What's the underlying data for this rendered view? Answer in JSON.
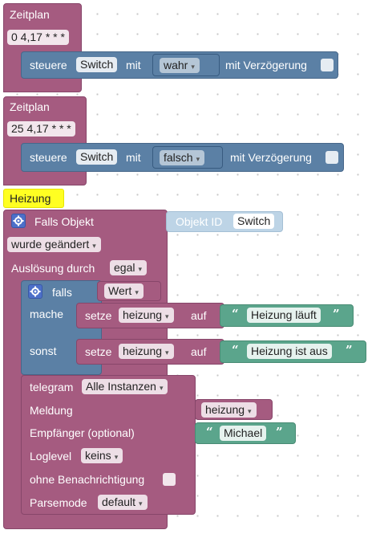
{
  "schedule1": {
    "title": "Zeitplan",
    "cron": "0 4,17 * * *",
    "control": {
      "label": "steuere",
      "object": "Switch",
      "with": "mit",
      "value": "wahr",
      "delay_label": "mit Verzögerung"
    }
  },
  "schedule2": {
    "title": "Zeitplan",
    "cron": "25 4,17 * * *",
    "control": {
      "label": "steuere",
      "object": "Switch",
      "with": "mit",
      "value": "falsch",
      "delay_label": "mit Verzögerung"
    }
  },
  "trigger": {
    "comment": "Heizung",
    "title": "Falls Objekt",
    "object_id_label": "Objekt ID",
    "object_id": "Switch",
    "changed": "wurde geändert",
    "trigger_by_label": "Auslösung durch",
    "trigger_by": "egal"
  },
  "if_block": {
    "if_label": "falls",
    "condition": "Wert",
    "do_label": "mache",
    "else_label": "sonst",
    "set1": {
      "label": "setze",
      "var": "heizung",
      "to": "auf",
      "text": "Heizung läuft"
    },
    "set2": {
      "label": "setze",
      "var": "heizung",
      "to": "auf",
      "text": "Heizung ist aus"
    }
  },
  "telegram": {
    "label": "telegram",
    "instance": "Alle Instanzen",
    "message_label": "Meldung",
    "message_var": "heizung",
    "recipient_label": "Empfänger (optional)",
    "recipient": "Michael",
    "loglevel_label": "Loglevel",
    "loglevel": "keins",
    "silent_label": "ohne Benachrichtigung",
    "parsemode_label": "Parsemode",
    "parsemode": "default"
  },
  "icons": {
    "dropdown": "▾",
    "quote_open": "“",
    "quote_close": "”"
  },
  "colors": {
    "schedule": "#a55b80",
    "control": "#5b80a5",
    "text": "#5ba58c",
    "comment": "#ffff22",
    "object_id": "#bdd4e6"
  }
}
